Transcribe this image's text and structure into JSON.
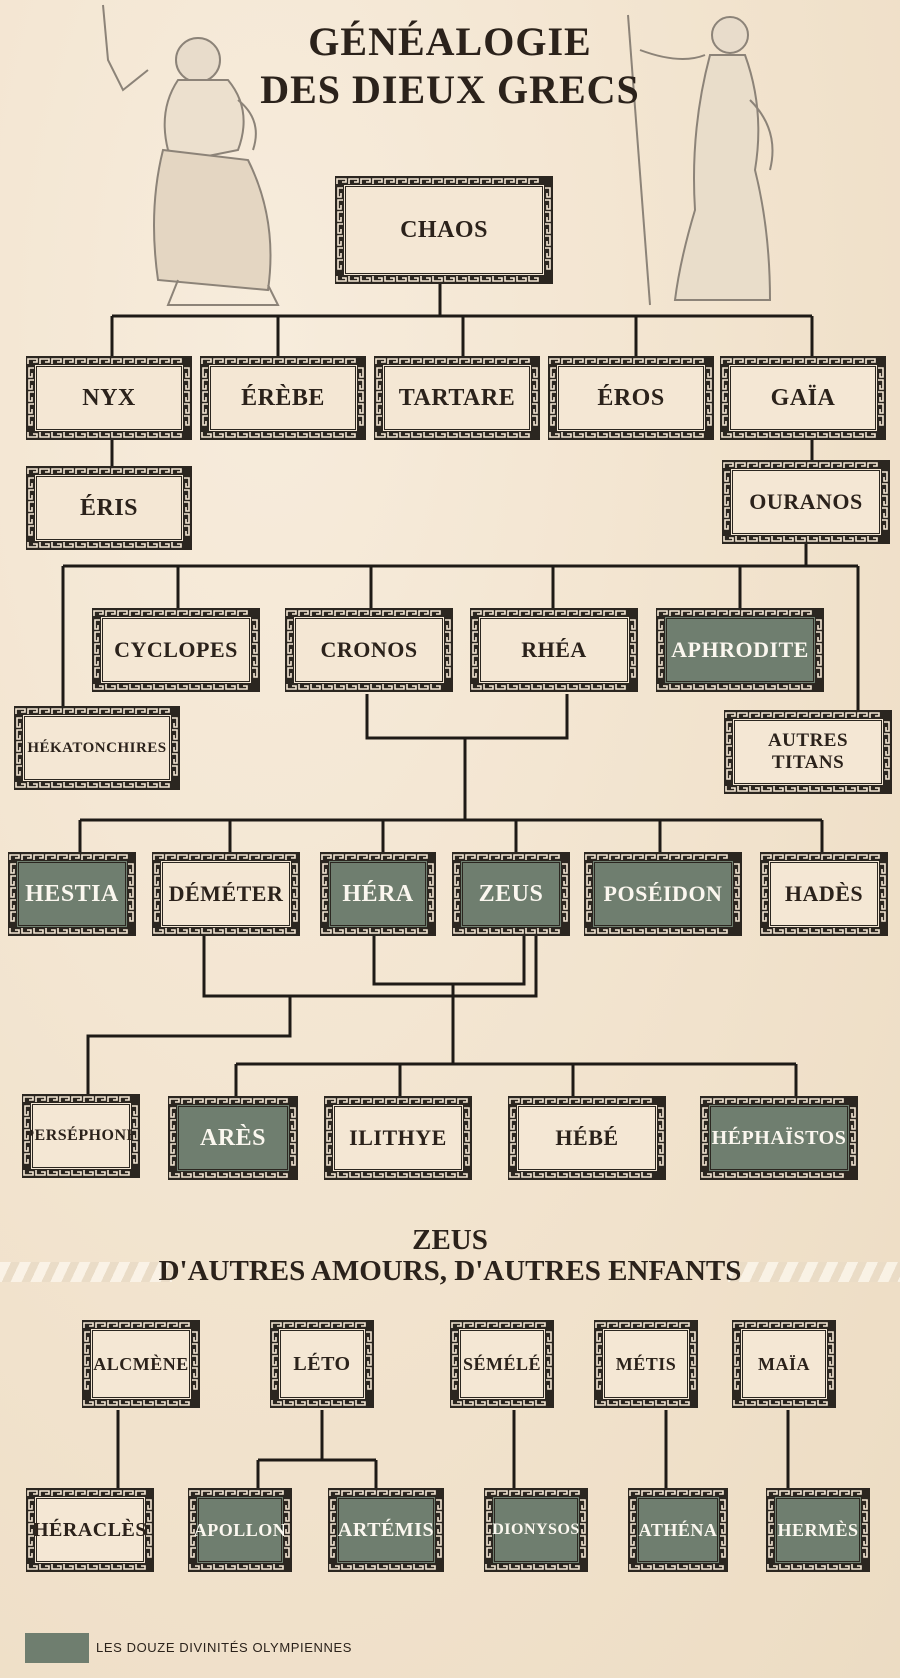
{
  "title": {
    "line1": "GÉNÉALOGIE",
    "line2": "DES DIEUX GRECS"
  },
  "zeus_section": {
    "line1": "ZEUS",
    "line2": "D'AUTRES AMOURS, D'AUTRES ENFANTS"
  },
  "legend": {
    "label": "LES DOUZE DIVINITÉS OLYMPIENNES",
    "color": "#6f7e6f"
  },
  "colors": {
    "ink": "#2b2620",
    "parchment": "#f4e7d4",
    "olympian": "#6f7e6f"
  },
  "figures": [
    "zeus-statue",
    "hera-statue"
  ],
  "nodes": [
    {
      "id": "chaos",
      "label": "CHAOS",
      "olympian": false
    },
    {
      "id": "nyx",
      "label": "NYX",
      "olympian": false
    },
    {
      "id": "erebe",
      "label": "ÉRÈBE",
      "olympian": false
    },
    {
      "id": "tartare",
      "label": "TARTARE",
      "olympian": false
    },
    {
      "id": "eros",
      "label": "ÉROS",
      "olympian": false
    },
    {
      "id": "gaia",
      "label": "GAÏA",
      "olympian": false
    },
    {
      "id": "eris",
      "label": "ÉRIS",
      "olympian": false
    },
    {
      "id": "ouranos",
      "label": "OURANOS",
      "olympian": false
    },
    {
      "id": "cyclopes",
      "label": "CYCLOPES",
      "olympian": false
    },
    {
      "id": "cronos",
      "label": "CRONOS",
      "olympian": false
    },
    {
      "id": "rhea",
      "label": "RHÉA",
      "olympian": false
    },
    {
      "id": "aphrodite",
      "label": "APHRODITE",
      "olympian": true
    },
    {
      "id": "hekatonchires",
      "label": "HÉKATONCHIRES",
      "olympian": false
    },
    {
      "id": "autres_titans",
      "label": "AUTRES TITANS",
      "olympian": false
    },
    {
      "id": "hestia",
      "label": "HESTIA",
      "olympian": true
    },
    {
      "id": "demeter",
      "label": "DÉMÉTER",
      "olympian": false
    },
    {
      "id": "hera",
      "label": "HÉRA",
      "olympian": true
    },
    {
      "id": "zeus",
      "label": "ZEUS",
      "olympian": true
    },
    {
      "id": "poseidon",
      "label": "POSÉIDON",
      "olympian": true
    },
    {
      "id": "hades",
      "label": "HADÈS",
      "olympian": false
    },
    {
      "id": "persephone",
      "label": "PERSÉPHONE",
      "olympian": false
    },
    {
      "id": "ares",
      "label": "ARÈS",
      "olympian": true
    },
    {
      "id": "ilithye",
      "label": "ILITHYE",
      "olympian": false
    },
    {
      "id": "hebe",
      "label": "HÉBÉ",
      "olympian": false
    },
    {
      "id": "hephaistos",
      "label": "HÉPHAÏSTOS",
      "olympian": true
    },
    {
      "id": "alcmene",
      "label": "ALCMÈNE",
      "olympian": false
    },
    {
      "id": "leto",
      "label": "LÉTO",
      "olympian": false
    },
    {
      "id": "semele",
      "label": "SÉMÉLÉ",
      "olympian": false
    },
    {
      "id": "metis",
      "label": "MÉTIS",
      "olympian": false
    },
    {
      "id": "maia",
      "label": "MAÏA",
      "olympian": false
    },
    {
      "id": "heracles",
      "label": "HÉRACLÈS",
      "olympian": false
    },
    {
      "id": "apollon",
      "label": "APOLLON",
      "olympian": true
    },
    {
      "id": "artemis",
      "label": "ARTÉMIS",
      "olympian": true
    },
    {
      "id": "dionysos",
      "label": "DIONYSOS",
      "olympian": true
    },
    {
      "id": "athena",
      "label": "ATHÉNA",
      "olympian": true
    },
    {
      "id": "hermes",
      "label": "HERMÈS",
      "olympian": true
    }
  ],
  "edges": [
    [
      "chaos",
      "nyx"
    ],
    [
      "chaos",
      "erebe"
    ],
    [
      "chaos",
      "tartare"
    ],
    [
      "chaos",
      "eros"
    ],
    [
      "chaos",
      "gaia"
    ],
    [
      "nyx",
      "eris"
    ],
    [
      "gaia",
      "ouranos"
    ],
    [
      "ouranos",
      "hekatonchires"
    ],
    [
      "ouranos",
      "cyclopes"
    ],
    [
      "ouranos",
      "cronos"
    ],
    [
      "ouranos",
      "rhea"
    ],
    [
      "ouranos",
      "aphrodite"
    ],
    [
      "ouranos",
      "autres_titans"
    ],
    [
      "cronos+rhea",
      "hestia"
    ],
    [
      "cronos+rhea",
      "demeter"
    ],
    [
      "cronos+rhea",
      "hera"
    ],
    [
      "cronos+rhea",
      "zeus"
    ],
    [
      "cronos+rhea",
      "poseidon"
    ],
    [
      "cronos+rhea",
      "hades"
    ],
    [
      "demeter+zeus",
      "persephone"
    ],
    [
      "hera+zeus",
      "ares"
    ],
    [
      "hera+zeus",
      "ilithye"
    ],
    [
      "hera+zeus",
      "hebe"
    ],
    [
      "hera+zeus",
      "hephaistos"
    ],
    [
      "alcmene",
      "heracles"
    ],
    [
      "leto",
      "apollon"
    ],
    [
      "leto",
      "artemis"
    ],
    [
      "semele",
      "dionysos"
    ],
    [
      "metis",
      "athena"
    ],
    [
      "maia",
      "hermes"
    ]
  ]
}
